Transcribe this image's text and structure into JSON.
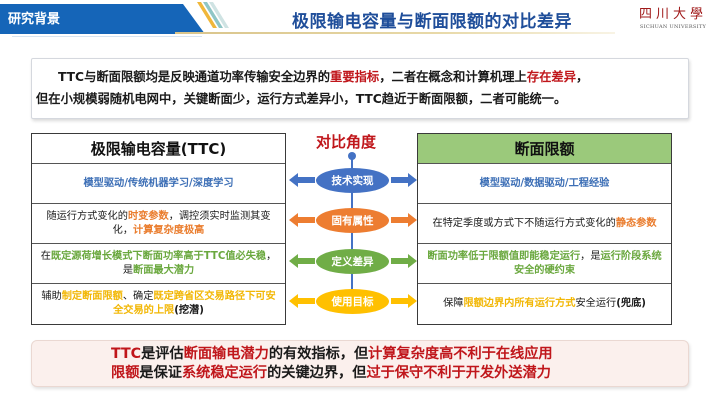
{
  "header": {
    "section_tab": "研究背景",
    "title": "极限输电容量与断面限额的对比差异",
    "logo_cn": "四川大學",
    "logo_en": "SICHUAN UNIVERSITY"
  },
  "intro": {
    "line1": [
      {
        "text": "TTC与断面限额均是反映通道功率传输安全边界的",
        "style": "normal"
      },
      {
        "text": "重要指标",
        "style": "red"
      },
      {
        "text": "，二者在概念和计算机理上",
        "style": "normal"
      },
      {
        "text": "存在差异",
        "style": "red"
      },
      {
        "text": "，",
        "style": "normal"
      }
    ],
    "line2": "但在小规模弱随机电网中，关键断面少，运行方式差异小，TTC趋近于断面限额，二者可能统一。"
  },
  "left_table": {
    "header": "极限输电容量(TTC)",
    "rows": [
      [
        {
          "text": "模型驱动/传统机器学习/深度学习",
          "style": "blue-t"
        }
      ],
      [
        {
          "text": "随运行方式变化的",
          "style": "dark-t"
        },
        {
          "text": "时变参数",
          "style": "orange-t"
        },
        {
          "text": "，调控须实时监测其变化，",
          "style": "dark-t"
        },
        {
          "text": "计算复杂度极高",
          "style": "orange-t"
        }
      ],
      [
        {
          "text": "在",
          "style": "dark-t"
        },
        {
          "text": "既定源荷增长模式下断面功率高于TTC值必失稳",
          "style": "green-t"
        },
        {
          "text": "，是",
          "style": "dark-t"
        },
        {
          "text": "断面最大潜力",
          "style": "green-t"
        }
      ],
      [
        {
          "text": "辅助",
          "style": "dark-t"
        },
        {
          "text": "制定断面限额",
          "style": "yellow-t"
        },
        {
          "text": "、确定",
          "style": "dark-t"
        },
        {
          "text": "既定跨省区交易路径下可安全交易的上限",
          "style": "yellow-t"
        },
        {
          "text": "(挖潜)",
          "style": "dark-t bold"
        }
      ]
    ]
  },
  "right_table": {
    "header": "断面限额",
    "rows": [
      [
        {
          "text": "模型驱动/数据驱动/工程经验",
          "style": "blue-t"
        }
      ],
      [
        {
          "text": "在特定季度或方式下不随运行方式变化的",
          "style": "dark-t"
        },
        {
          "text": "静态参数",
          "style": "orange-t"
        }
      ],
      [
        {
          "text": "断面功率低于限额值即能稳定运行",
          "style": "green-t"
        },
        {
          "text": "，是",
          "style": "dark-t"
        },
        {
          "text": "运行阶段系统安全的硬约束",
          "style": "green-t"
        }
      ],
      [
        {
          "text": "保障",
          "style": "dark-t"
        },
        {
          "text": "限额边界内所有运行方式",
          "style": "yellow-t"
        },
        {
          "text": "安全运行",
          "style": "dark-t"
        },
        {
          "text": "(兜底)",
          "style": "dark-t bold"
        }
      ]
    ]
  },
  "comparison": {
    "title": "对比角度",
    "aspects": [
      {
        "label": "技术实现",
        "color": "#4472c4"
      },
      {
        "label": "固有属性",
        "color": "#ed7d31"
      },
      {
        "label": "定义差异",
        "color": "#70ad47"
      },
      {
        "label": "使用目标",
        "color": "#ffc000"
      }
    ]
  },
  "conclusion": {
    "line1": [
      {
        "text": "TTC",
        "style": "bred"
      },
      {
        "text": "是评估",
        "style": "normal"
      },
      {
        "text": "断面输电潜力",
        "style": "bred"
      },
      {
        "text": "的有效指标，但",
        "style": "normal"
      },
      {
        "text": "计算复杂度高不利于在线应用",
        "style": "bred"
      }
    ],
    "line2": [
      {
        "text": "限额",
        "style": "bred"
      },
      {
        "text": "是保证",
        "style": "normal"
      },
      {
        "text": "系统稳定运行",
        "style": "bred"
      },
      {
        "text": "的关键边界，但",
        "style": "normal"
      },
      {
        "text": "过于保守不利于开发外送潜力",
        "style": "bred"
      }
    ]
  },
  "colors": {
    "brand_blue": "#1565b8",
    "title_blue": "#1f4e9a",
    "accent_red": "#c0161b",
    "header_green": "#9bc97b"
  }
}
